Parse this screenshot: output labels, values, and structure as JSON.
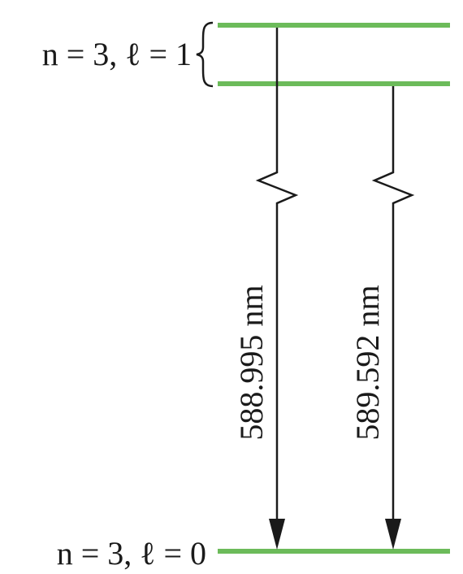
{
  "levels": {
    "upper": {
      "label": "n = 3, ℓ = 1"
    },
    "lower": {
      "label": "n = 3, ℓ = 0"
    }
  },
  "transitions": [
    {
      "wavelength": "588.995 nm"
    },
    {
      "wavelength": "589.592 nm"
    }
  ],
  "colors": {
    "level_line": "#6cbb5a",
    "arrow": "#1a1a1a",
    "text": "#1a1a1a"
  }
}
